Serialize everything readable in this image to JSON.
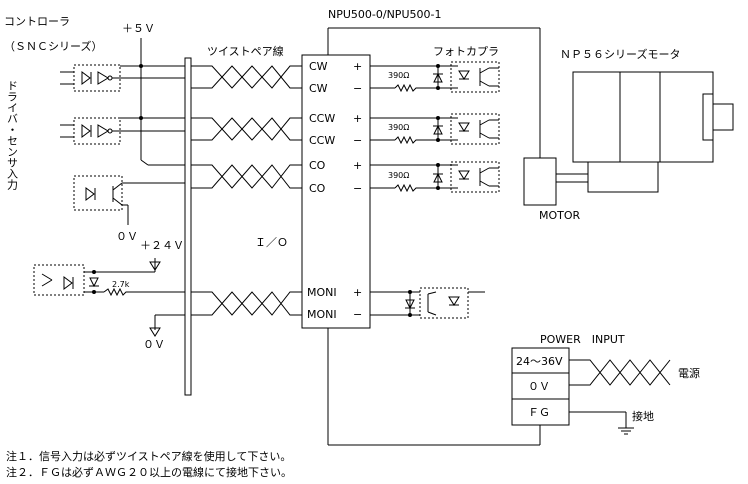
{
  "controller": {
    "title_line1": "コントローラ",
    "title_line2": "（ＳＮＣシリーズ）",
    "vertical_label": "ドライバ・センサ入力",
    "supply_top": "＋５Ｖ",
    "gnd_label": "０Ｖ",
    "supply_24": "＋２４Ｖ",
    "gnd_label2": "０Ｖ",
    "resistor": "2.7k"
  },
  "twisted_pair_label": "ツイストペア線",
  "driver": {
    "model": "NPU500-0/NPU500-1",
    "io_label": "Ｉ／Ｏ",
    "pins": [
      {
        "name": "CW",
        "sign": "+"
      },
      {
        "name": "CW",
        "sign": "−"
      },
      {
        "name": "CCW",
        "sign": "+"
      },
      {
        "name": "CCW",
        "sign": "−"
      },
      {
        "name": "CO",
        "sign": "+"
      },
      {
        "name": "CO",
        "sign": "−"
      },
      {
        "name": "MONI",
        "sign": "+"
      },
      {
        "name": "MONI",
        "sign": "−"
      }
    ],
    "resistor_value": "390Ω",
    "photocoupler_label": "フォトカプラ",
    "motor_port": "MOTOR"
  },
  "motor": {
    "label": "ＮＰ５６シリーズモータ"
  },
  "power": {
    "title": "POWER　INPUT",
    "terminals": [
      "24〜36V",
      "０Ｖ",
      "ＦＧ"
    ],
    "source_label": "電源",
    "ground_label": "接地"
  },
  "notes": [
    "注１．信号入力は必ずツイストペア線を使用して下さい。",
    "注２．ＦＧは必ずＡＷＧ２０以上の電線にて接地下さい。"
  ]
}
